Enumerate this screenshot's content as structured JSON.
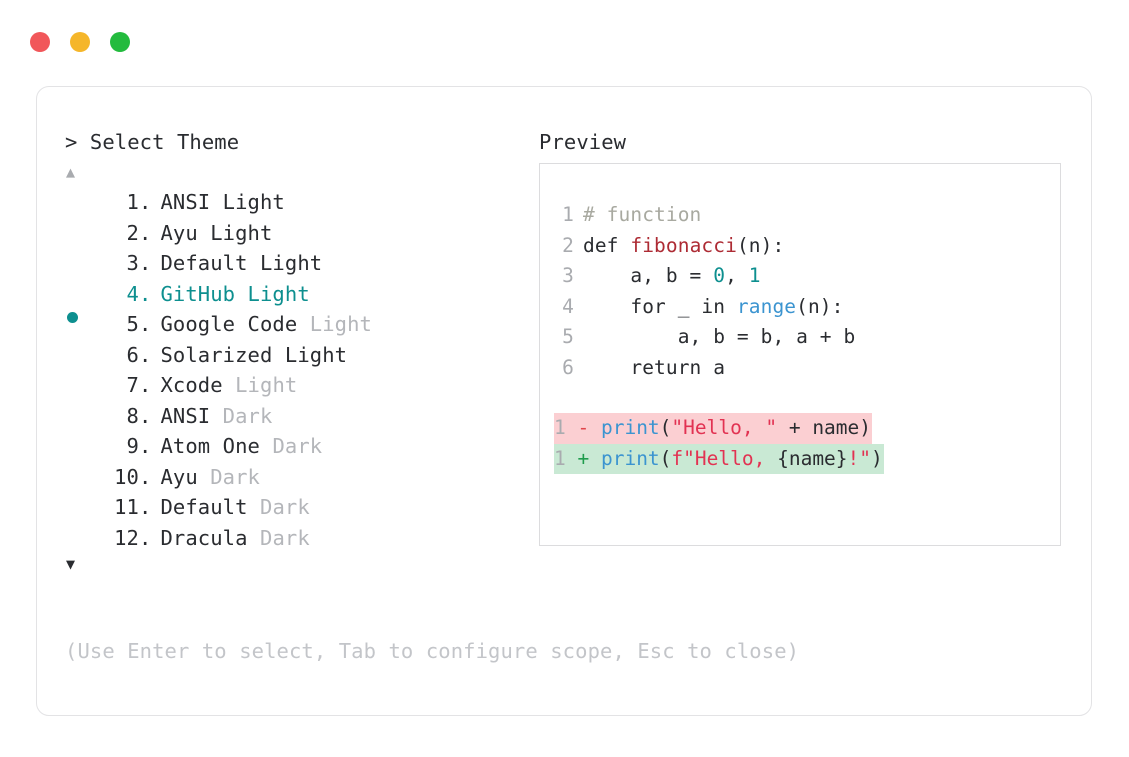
{
  "window": {
    "traffic_lights": [
      {
        "name": "close-dot",
        "color": "#f1575a"
      },
      {
        "name": "minimize-dot",
        "color": "#f5b62a"
      },
      {
        "name": "maximize-dot",
        "color": "#23bb3e"
      }
    ]
  },
  "prompt": {
    "title": "> Select Theme",
    "scroll_up": "▲",
    "scroll_down": "▼",
    "selected_index": 4,
    "items": [
      {
        "num": "1",
        "dot": ".",
        "name": "ANSI Light",
        "suffix": "",
        "selected": false
      },
      {
        "num": "2",
        "dot": ".",
        "name": "Ayu Light",
        "suffix": "",
        "selected": false
      },
      {
        "num": "3",
        "dot": ".",
        "name": "Default Light",
        "suffix": "",
        "selected": false
      },
      {
        "num": "4",
        "dot": ".",
        "name": "GitHub Light",
        "suffix": "",
        "selected": true
      },
      {
        "num": "5",
        "dot": ".",
        "name": "Google Code",
        "suffix": " Light",
        "selected": false
      },
      {
        "num": "6",
        "dot": ".",
        "name": "Solarized Light",
        "suffix": "",
        "selected": false
      },
      {
        "num": "7",
        "dot": ".",
        "name": "Xcode",
        "suffix": " Light",
        "selected": false
      },
      {
        "num": "8",
        "dot": ".",
        "name": "ANSI",
        "suffix": " Dark",
        "selected": false
      },
      {
        "num": "9",
        "dot": ".",
        "name": "Atom One",
        "suffix": " Dark",
        "selected": false
      },
      {
        "num": "10",
        "dot": ".",
        "name": "Ayu",
        "suffix": " Dark",
        "selected": false
      },
      {
        "num": "11",
        "dot": ".",
        "name": "Default",
        "suffix": " Dark",
        "selected": false
      },
      {
        "num": "12",
        "dot": ".",
        "name": "Dracula",
        "suffix": " Dark",
        "selected": false
      }
    ],
    "hint": "(Use Enter to select, Tab to configure scope, Esc to close)"
  },
  "preview": {
    "title": "Preview",
    "code_lines": [
      {
        "ln": "1",
        "tokens": [
          {
            "t": "# function",
            "c": "comment"
          }
        ]
      },
      {
        "ln": "2",
        "tokens": [
          {
            "t": "def ",
            "c": "plain"
          },
          {
            "t": "fibonacci",
            "c": "func"
          },
          {
            "t": "(n):",
            "c": "plain"
          }
        ]
      },
      {
        "ln": "3",
        "tokens": [
          {
            "t": "    a, b = ",
            "c": "plain"
          },
          {
            "t": "0",
            "c": "num"
          },
          {
            "t": ", ",
            "c": "plain"
          },
          {
            "t": "1",
            "c": "num"
          }
        ]
      },
      {
        "ln": "4",
        "tokens": [
          {
            "t": "    for _ in ",
            "c": "plain"
          },
          {
            "t": "range",
            "c": "builtin"
          },
          {
            "t": "(n):",
            "c": "plain"
          }
        ]
      },
      {
        "ln": "5",
        "tokens": [
          {
            "t": "        a, b = b, a + b",
            "c": "plain"
          }
        ]
      },
      {
        "ln": "6",
        "tokens": [
          {
            "t": "    return a",
            "c": "plain"
          }
        ]
      }
    ],
    "diff_lines": [
      {
        "kind": "del",
        "ln": "1",
        "sign": "-",
        "tokens": [
          {
            "t": "print",
            "c": "builtin"
          },
          {
            "t": "(",
            "c": "plain"
          },
          {
            "t": "\"Hello, \"",
            "c": "str"
          },
          {
            "t": " + name)",
            "c": "plain"
          }
        ]
      },
      {
        "kind": "add",
        "ln": "1",
        "sign": "+",
        "tokens": [
          {
            "t": "print",
            "c": "builtin"
          },
          {
            "t": "(",
            "c": "plain"
          },
          {
            "t": "f\"Hello, ",
            "c": "str"
          },
          {
            "t": "{name}",
            "c": "plain"
          },
          {
            "t": "!\"",
            "c": "str"
          },
          {
            "t": ")",
            "c": "plain"
          }
        ]
      }
    ]
  },
  "colors": {
    "accent": "#0d8f8f",
    "muted": "#b4b6ba",
    "text": "#2a2c30",
    "diff_del_bg": "#fbcfd2",
    "diff_add_bg": "#c9e9d4",
    "border": "#e3e3e5"
  }
}
